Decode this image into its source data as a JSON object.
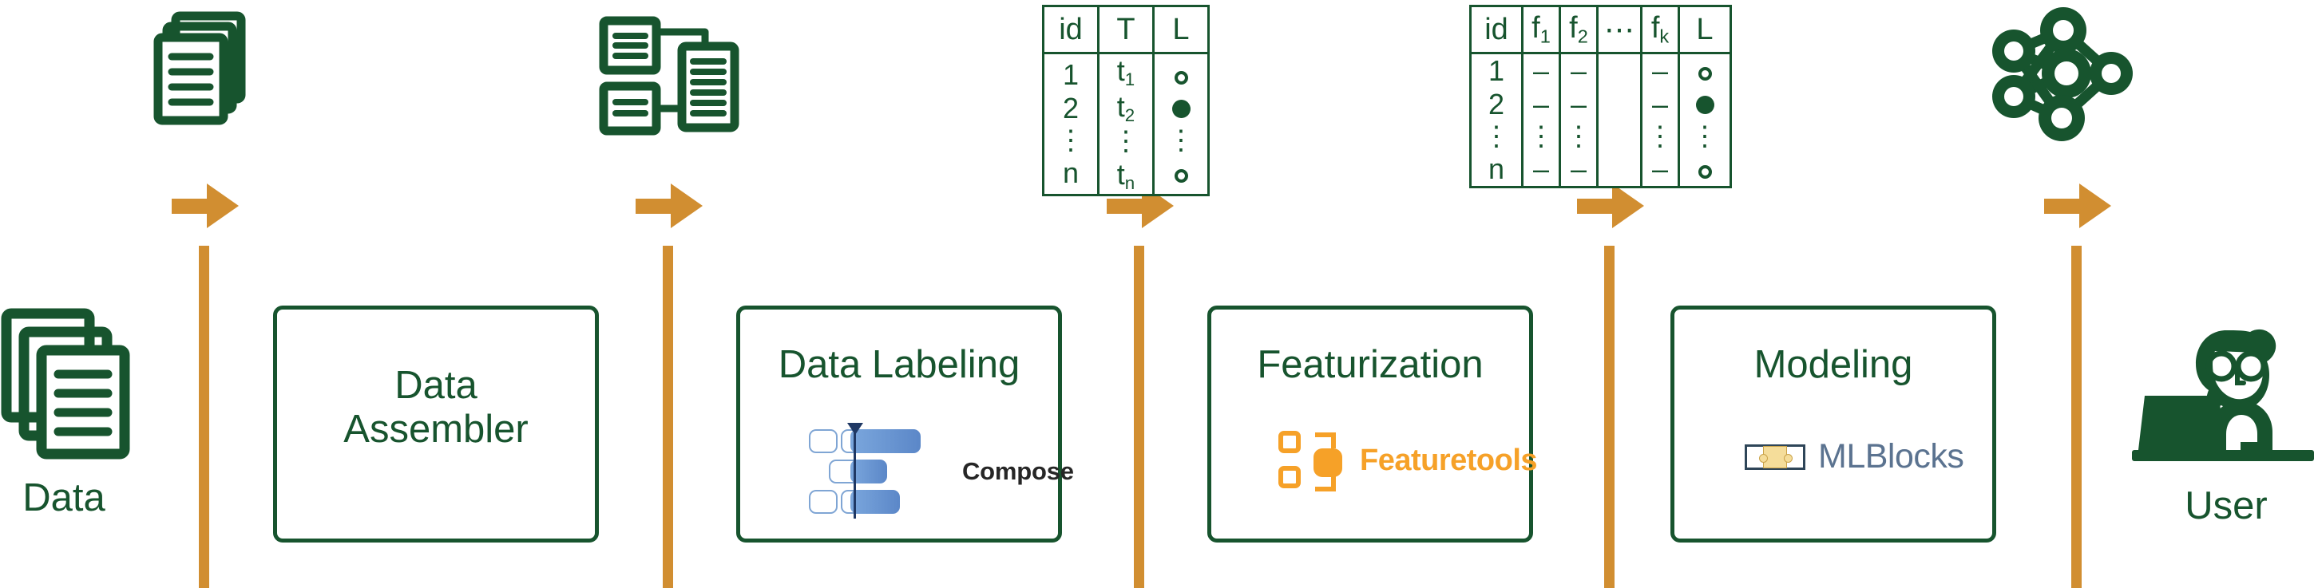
{
  "colors": {
    "green": "#17542e",
    "orange": "#d18e31",
    "featuretools_orange": "#f6a128",
    "compose_blue": "#5b87c8",
    "compose_navy": "#1f3864",
    "mlblocks_slate": "#5b7390",
    "mlblocks_yellow": "#f5dd9a",
    "background": "#ffffff"
  },
  "endpoints": {
    "start": {
      "label": "Data",
      "icon": "document-stack-icon"
    },
    "end": {
      "label": "User",
      "icon": "person-at-laptop-icon"
    }
  },
  "stages": [
    {
      "id": "data-assembler",
      "title": "Data\nAssembler",
      "tool": null
    },
    {
      "id": "data-labeling",
      "title": "Data Labeling",
      "tool": "Compose"
    },
    {
      "id": "featurization",
      "title": "Featurization",
      "tool": "Featuretools"
    },
    {
      "id": "modeling",
      "title": "Modeling",
      "tool": "MLBlocks"
    }
  ],
  "artifacts": [
    {
      "id": "artifact-documents",
      "type": "icon",
      "icon": "document-stack-icon"
    },
    {
      "id": "artifact-assembled",
      "type": "icon",
      "icon": "document-merge-icon"
    },
    {
      "id": "artifact-labeled-table",
      "type": "table",
      "columns": [
        "id",
        "T",
        "L"
      ],
      "rows": [
        [
          "1",
          "t₁",
          "open-circle"
        ],
        [
          "2",
          "t₂",
          "filled-circle"
        ],
        [
          "⋮",
          "⋮",
          "⋮"
        ],
        [
          "n",
          "tₙ",
          "open-circle"
        ]
      ]
    },
    {
      "id": "artifact-feature-table",
      "type": "table",
      "columns": [
        "id",
        "f₁",
        "f₂",
        "⋯",
        "fₖ",
        "L"
      ],
      "rows": [
        [
          "1",
          "–",
          "–",
          "",
          "–",
          "open-circle"
        ],
        [
          "2",
          "–",
          "–",
          "",
          "–",
          "filled-circle"
        ],
        [
          "⋮",
          "⋮",
          "⋮",
          "",
          "⋮",
          "⋮"
        ],
        [
          "n",
          "–",
          "–",
          "",
          "–",
          "open-circle"
        ]
      ]
    },
    {
      "id": "artifact-model",
      "type": "icon",
      "icon": "neural-network-icon"
    }
  ],
  "connectors": {
    "arrow_count": 5,
    "glyph": "right-arrow-icon"
  },
  "tool_logos": {
    "compose": {
      "name": "Compose",
      "icon": "compose-logo-icon"
    },
    "featuretools": {
      "name": "Featuretools",
      "icon": "featuretools-logo-icon"
    },
    "mlblocks": {
      "name": "MLBlocks",
      "icon": "mlblocks-logo-icon"
    }
  }
}
